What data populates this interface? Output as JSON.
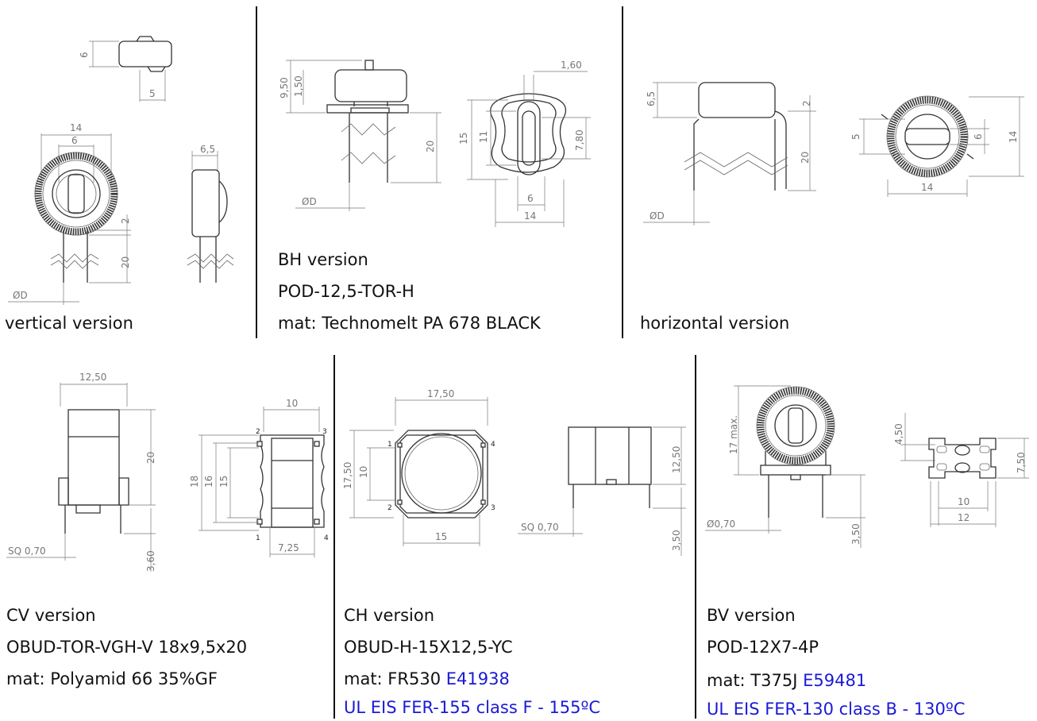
{
  "panels": {
    "vertical": {
      "caption": "vertical version",
      "dims": {
        "d6": "6",
        "d5": "5",
        "d14": "14",
        "d6b": "6",
        "d65": "6,5",
        "d2": "2",
        "d20": "20",
        "dD": "ØD"
      }
    },
    "bh": {
      "lines": [
        "BH version",
        "POD-12,5-TOR-H",
        "mat: Technomelt PA 678 BLACK"
      ],
      "dims": {
        "d950": "9,50",
        "d150": "1,50",
        "d20": "20",
        "dD": "ØD",
        "d160": "1,60",
        "d15": "15",
        "d11": "11",
        "d780": "7,80",
        "d6": "6",
        "d14": "14"
      }
    },
    "horizontal": {
      "caption": "horizontal version",
      "dims": {
        "d65": "6,5",
        "d2": "2",
        "d20": "20",
        "dD": "ØD",
        "d5": "5",
        "d6": "6",
        "d14v": "14",
        "d14h": "14"
      }
    },
    "cv": {
      "lines": [
        "CV version",
        "OBUD-TOR-VGH-V 18x9,5x20",
        "mat: Polyamid 66 35%GF"
      ],
      "dims": {
        "d1250": "12,50",
        "d20": "20",
        "d360": "3,60",
        "sq": "SQ 0,70",
        "d10": "10",
        "d18": "18",
        "d16": "16",
        "d15": "15",
        "d725": "7,25"
      },
      "pins": [
        "1",
        "2",
        "3",
        "4"
      ]
    },
    "ch": {
      "line1": "CH version",
      "line2": "OBUD-H-15X12,5-YC",
      "line3_mat": "mat: FR530",
      "line3_ref": "E41938",
      "line4": "UL EIS FER-155 class F - 155ºC",
      "dims": {
        "d1750h": "17,50",
        "d1750v": "17,50",
        "d10": "10",
        "d15": "15",
        "sq": "SQ 0,70",
        "d1250": "12,50",
        "d350": "3,50"
      },
      "pins": [
        "1",
        "2",
        "3",
        "4"
      ]
    },
    "bv": {
      "line1": "BV version",
      "line2": "POD-12X7-4P",
      "line3_mat": "mat: T375J",
      "line3_ref": "E59481",
      "line4": "UL EIS FER-130 class B - 130ºC",
      "dims": {
        "d17max": "17 max.",
        "d070": "Ø0,70",
        "d350": "3,50",
        "d450": "4,50",
        "d750": "7,50",
        "d10": "10",
        "d12": "12"
      }
    }
  },
  "colors": {
    "text": "#111111",
    "ul_blue": "#1a1ad6",
    "dim_gray": "#777777"
  }
}
